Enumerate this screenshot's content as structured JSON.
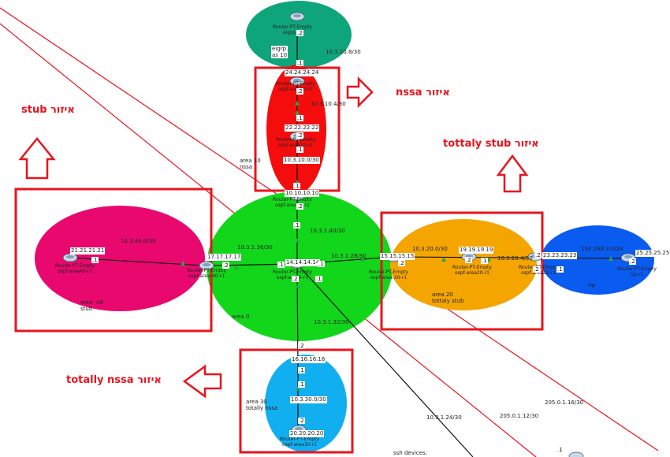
{
  "zones": {
    "stub": "איזור stub",
    "nssa": "איזור nssa",
    "totally_stub": "איזור tottaly stub",
    "totally_nssa": "איזור totally nssa"
  },
  "areas": {
    "eigrp": "eigrp\nas 10",
    "area10": "area 10\nnssa",
    "area0": "area 0",
    "area40": "area  40\nstub",
    "area20": "area 20\ntottaly stub",
    "area30": "area 30\ntotally nssa",
    "rip": "rip"
  },
  "routers": {
    "eigrp": {
      "name": "Router-PT-Empty\neigrp-r1",
      "ip": "",
      "port": ".2"
    },
    "r24": {
      "name": "Router-PT-Empty\nospf-area10-r2",
      "ip": "24.24.24.24"
    },
    "r22": {
      "name": "Router-PT-Empty\nospf-area10-r1",
      "ip": "22.22.22.22"
    },
    "r_area0_top": {
      "name": "Router-PT-Empty\nospf-area10-r1",
      "ip": "10.10.10.10"
    },
    "r14": {
      "name": "Router-PT-Empty\nospf-area0-r1",
      "ip": "14.14.14.14"
    },
    "r17": {
      "name": "Router-PT-Empty\nospf-area-40-r1",
      "ip": "17.17.17.17"
    },
    "r21": {
      "name": "Router-PT-Empty\nospf-area40-r1",
      "ip": "21.21.21.21"
    },
    "r15": {
      "name": "Router-PT-Empty\nospf-area-20-r1",
      "ip": "15.15.15.15"
    },
    "r19": {
      "name": "Router-PT-Empty\nospf-area20-r1",
      "ip": "19.19.19.19"
    },
    "r23": {
      "name": "Router-PT-Empty\nospf-area20-r1",
      "ip": "23.23.23.23"
    },
    "r25": {
      "name": "Router-PT-Empty\nrip-r1",
      "ip": "25.25.25.25"
    },
    "r16": {
      "name": "",
      "ip": "16.16.16.16"
    },
    "r20": {
      "name": "Router-PT-Empty\nospf-area30-r1",
      "ip": "20.20.20.20"
    }
  },
  "networks": {
    "n10_3_10_8": "10.3.10.8/30",
    "n10_3_10_4": "10.3.10.4/30",
    "n10_3_10_0": "10.3.10.0/30",
    "n10_3_1_40": "10.3.1.40/30",
    "n10_3_1_36": "10.3.1.36/30",
    "n10_3_40_0": "10.3.40.0/30",
    "n10_3_1_28": "10.3.1.28/30",
    "n10_3_20_0": "10.3.20.0/30",
    "n10_3_20_4": "10.3.20.4/30",
    "n192": "192.168.3.0/24",
    "n10_3_1_32": "10.3.1.32/30",
    "n10_3_30_0": "10.3.30.0/30",
    "n10_3_1_24": "10.3.1.24/30",
    "n205_1_12": "205.0.1.12/30",
    "n205_1_16": "205.0.1.16/30"
  },
  "misc": {
    "ssh_devices": "ssh devices:",
    "bottom_port": ".1"
  },
  "colors": {
    "red": "#e8141e",
    "green": "#11d61a",
    "teal": "#0fa57b",
    "pink": "#e8086e",
    "orange": "#f5a500",
    "blue": "#0a5bf0",
    "cyan": "#11aef0"
  }
}
